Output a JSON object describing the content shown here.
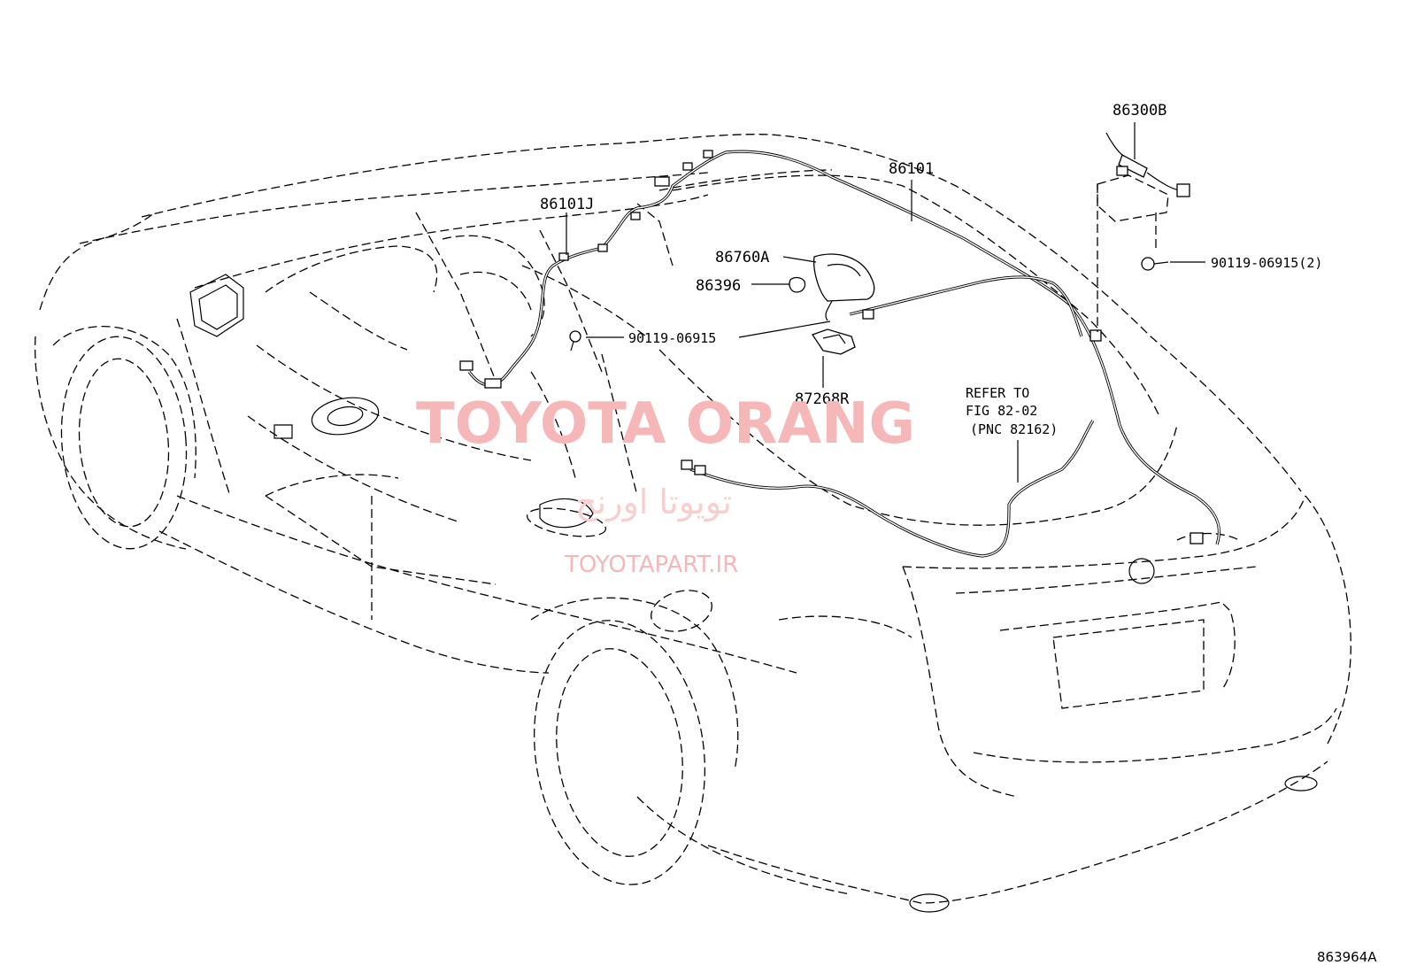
{
  "callouts": {
    "p86300B": "86300B",
    "p86101": "86101",
    "p86101J": "86101J",
    "p86760A": "86760A",
    "p86396": "86396",
    "p90119_06915": "90119-06915",
    "p90119_06915_2": "90119-06915(2)",
    "p87268R": "87268R"
  },
  "reference": {
    "line1": "REFER TO",
    "line2": "FIG 82-02",
    "line3": "(PNC 82162)"
  },
  "watermark": {
    "brand": "TOYOTA ORANG",
    "arabic": "تويوتا اورنج",
    "url": "TOYOTAPART.IR"
  },
  "diagram_code": "863964A"
}
